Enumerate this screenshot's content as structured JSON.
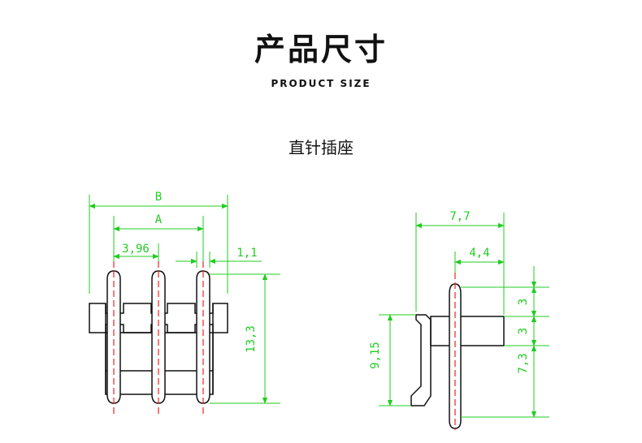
{
  "header": {
    "title": "产品尺寸",
    "subtitle": "PRODUCT SIZE"
  },
  "section": {
    "title": "直针插座"
  },
  "dimensions": {
    "front": {
      "B": "B",
      "A": "A",
      "pitch": "3,96",
      "pin_width": "1,1",
      "height": "13,3"
    },
    "side": {
      "depth": "7,7",
      "offset": "4,4",
      "upper_pin": "3",
      "body": "3",
      "lower_pin": "7,3",
      "hook": "9,15"
    }
  },
  "colors": {
    "outline": "#111111",
    "dimension": "#22cc22",
    "centerline": "#ee2222"
  }
}
